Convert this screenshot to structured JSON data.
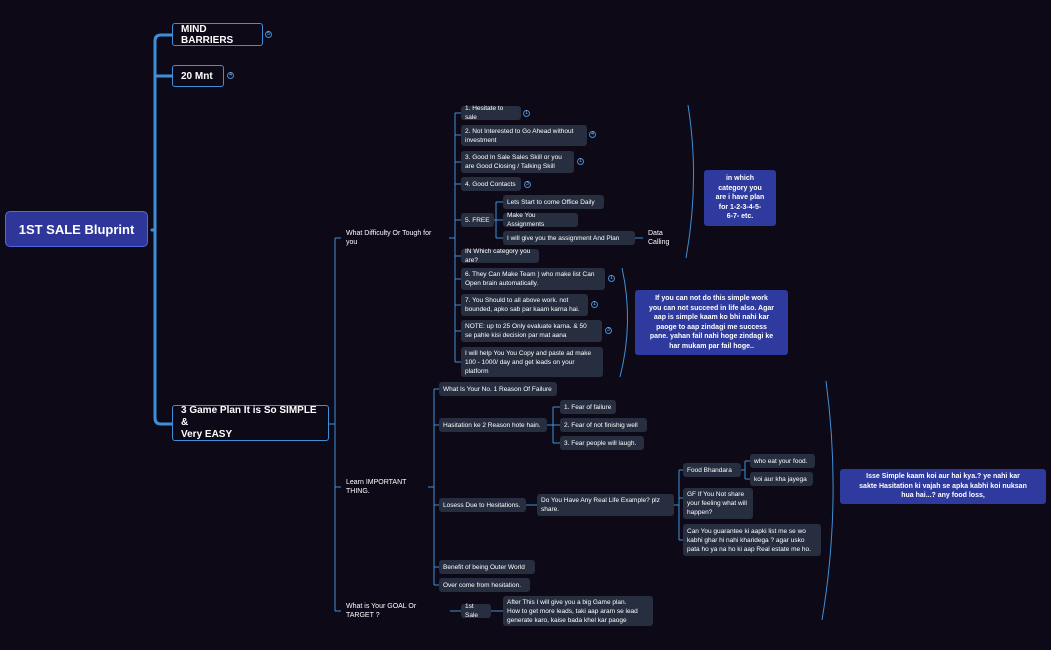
{
  "root": "1ST SALE Bluprint",
  "branches": {
    "mind_barriers": {
      "label": "MIND BARRIERS",
      "badge": "5"
    },
    "twenty_mnt": {
      "label": "20 Mnt",
      "badge": "4"
    },
    "game_plan": {
      "label": "3 Game Plan It is So SIMPLE &\nVery EASY"
    }
  },
  "difficulty": {
    "label": "What Difficulty Or Tough for you",
    "items": [
      {
        "label": "1. Hesitate to sale",
        "badge": "1"
      },
      {
        "label": "2. Not Interested to Go Ahead without\ninvestment",
        "badge": "4"
      },
      {
        "label": "3. Good In Sale Sales Skill  or you\nare Good Closing / Talking Skill",
        "badge": "1"
      },
      {
        "label": "4. Good Contacts",
        "badge": "3"
      },
      {
        "label": "5. FREE"
      },
      {
        "label": "IN Which category you are?"
      },
      {
        "label": "6. They Can Make Team ) who make list Can\nOpen brain automatically.",
        "badge": "1"
      },
      {
        "label": "7. You Should to all above work. not\nbounded, apko sab par kaam karna hai.",
        "badge": "1"
      },
      {
        "label": "NOTE: up to 25 Only evaluate  karna. &  50\nse pahle kisi decision par mat aana",
        "badge": "3"
      },
      {
        "label": "I will help You You Copy and paste ad make\n100 - 1000/ day and get leads on your\nplatform"
      }
    ],
    "free_items": [
      "Lets Start to come Office Daily",
      "Make You Assignments",
      "I will give you the assignment  And Plan"
    ],
    "data_calling": "Data Calling",
    "callout_category": "in which\ncategory you\nare i have plan\nfor 1-2-3-4-5-\n6-7- etc.",
    "callout_fail": "If you can not do this simple work\nyou can not succeed in life also. Agar\naap is simple kaam ko bhi nahi kar\npaoge to aap zindagi  me success\npane. yahan fail nahi hoge zindagi ke\nhar mukam par fail hoge.."
  },
  "learn": {
    "label": "Learn IMPORTANT THING.",
    "no1_failure": "What Is Your No. 1 Reason Of Failure",
    "hesitation_label": "Hasitation ke 2 Reason hote hain.",
    "hesitation_items": [
      "1. Fear of failure",
      "2. Fear of not finishig well",
      "3. Fear people will laugh."
    ],
    "losses_label": "Losess Due to Hesitations.",
    "example_label": "Do You Have Any Real Life Example? plz\nshare.",
    "food_bhandara": "Food  Bhandara",
    "food_items": [
      "who eat your food.",
      "koi aur kha jayega"
    ],
    "gf_question": "GF If You Not share\nyour feeling what will\nhappen?",
    "guarantee": "Can You guarantee ki aapki list me se wo\nkabhi ghar hi nahi kharidega ? agar usko\npata ho ya na ho ki aap Real estate me ho.",
    "benefit": "Benefit of being Outer World",
    "overcome": "Over come from hesitation.",
    "callout": "Isse Simple kaam koi aur hai kya.? ye nahi kar\nsakte Hasitation ki vajah se apka kabhi koi nuksan\nhua hai...?  any food loss,"
  },
  "goal": {
    "label": "What is Your GOAL  Or TARGET ?",
    "first_sale": "1st Sale",
    "text": "After This I will give you a big Game plan.\nHow to get more leads, taki aap aram se lead\ngenerate karo, kaise bada khel kar paoge"
  },
  "colors": {
    "background": "#0d0917",
    "connector": "#3f8fd8",
    "card": "#262e40",
    "callout": "#2e3a9e",
    "root": "#2e3799"
  }
}
